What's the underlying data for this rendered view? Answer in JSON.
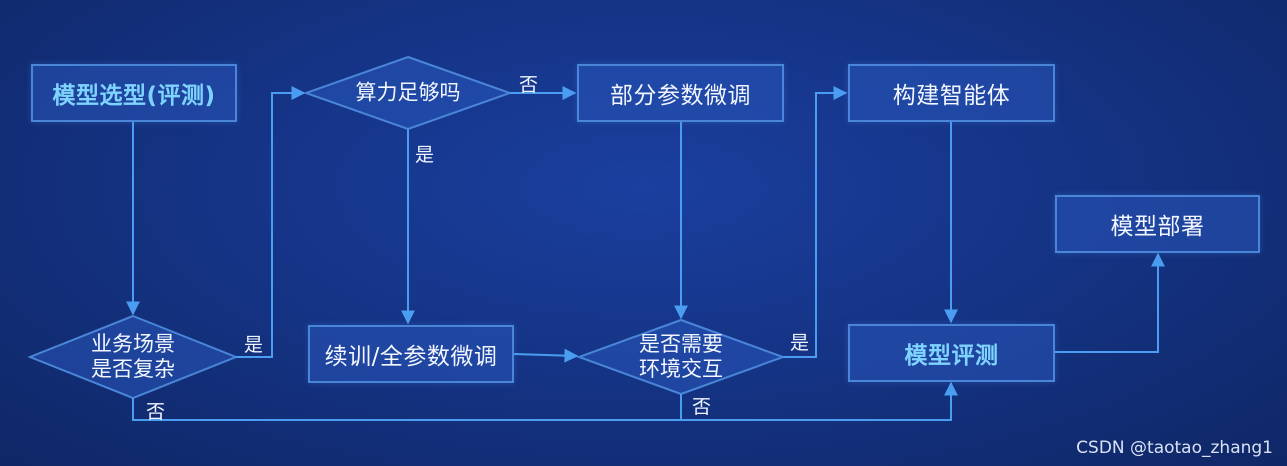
{
  "nodes": {
    "model_select": "模型选型(评测)",
    "compute_enough": "算力足够吗",
    "partial_finetune": "部分参数微调",
    "build_agent": "构建智能体",
    "model_deploy": "模型部署",
    "business_complex_line1": "业务场景",
    "business_complex_line2": "是否复杂",
    "continue_train": "续训/全参数微调",
    "need_env_line1": "是否需要",
    "need_env_line2": "环境交互",
    "model_eval": "模型评测"
  },
  "edge_labels": {
    "compute_no": "否",
    "compute_yes": "是",
    "business_yes": "是",
    "business_no": "否",
    "env_yes": "是",
    "env_no": "否"
  },
  "watermark": "CSDN @taotao_zhang1",
  "colors": {
    "background": "#153486",
    "line": "#4a9df0",
    "box_border": "#4a86d8",
    "highlight_text": "#7fd4ff"
  }
}
